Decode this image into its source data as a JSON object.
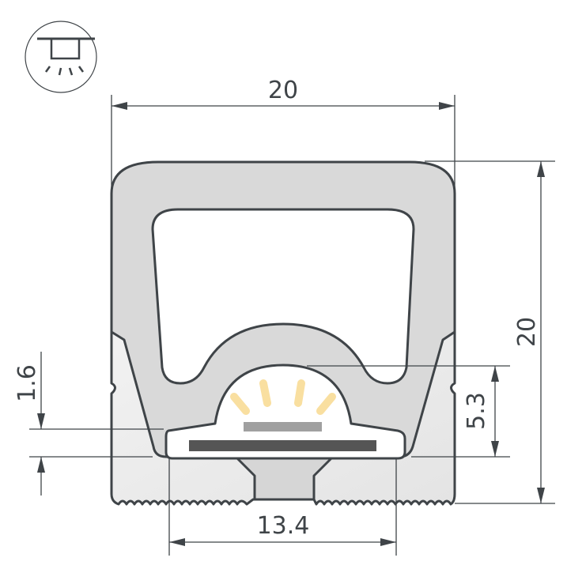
{
  "diagram": {
    "type": "technical cross-section drawing",
    "subject": "LED silicone profile with LED strip",
    "icon": {
      "name": "recessed-downlight-icon",
      "description": "mounting type pictogram: surface with box emitting light downward"
    },
    "dimensions": {
      "overall_width": {
        "value": "20",
        "orientation": "horizontal",
        "position": "top"
      },
      "overall_height": {
        "value": "20",
        "orientation": "vertical",
        "position": "right"
      },
      "led_height_from_base": {
        "value": "5.3",
        "orientation": "vertical",
        "position": "right-inner"
      },
      "base_thickness": {
        "value": "1.6",
        "orientation": "vertical",
        "position": "left"
      },
      "strip_channel_width": {
        "value": "13.4",
        "orientation": "horizontal",
        "position": "bottom"
      }
    },
    "colors": {
      "outline": "#3f4448",
      "profile_fill": "#d9d9d9",
      "base_fill": "#ececec",
      "led_strip": "#555555",
      "led_chip": "#a0a0a0",
      "light_rays": "#f9dfa0",
      "background": "#ffffff"
    }
  }
}
